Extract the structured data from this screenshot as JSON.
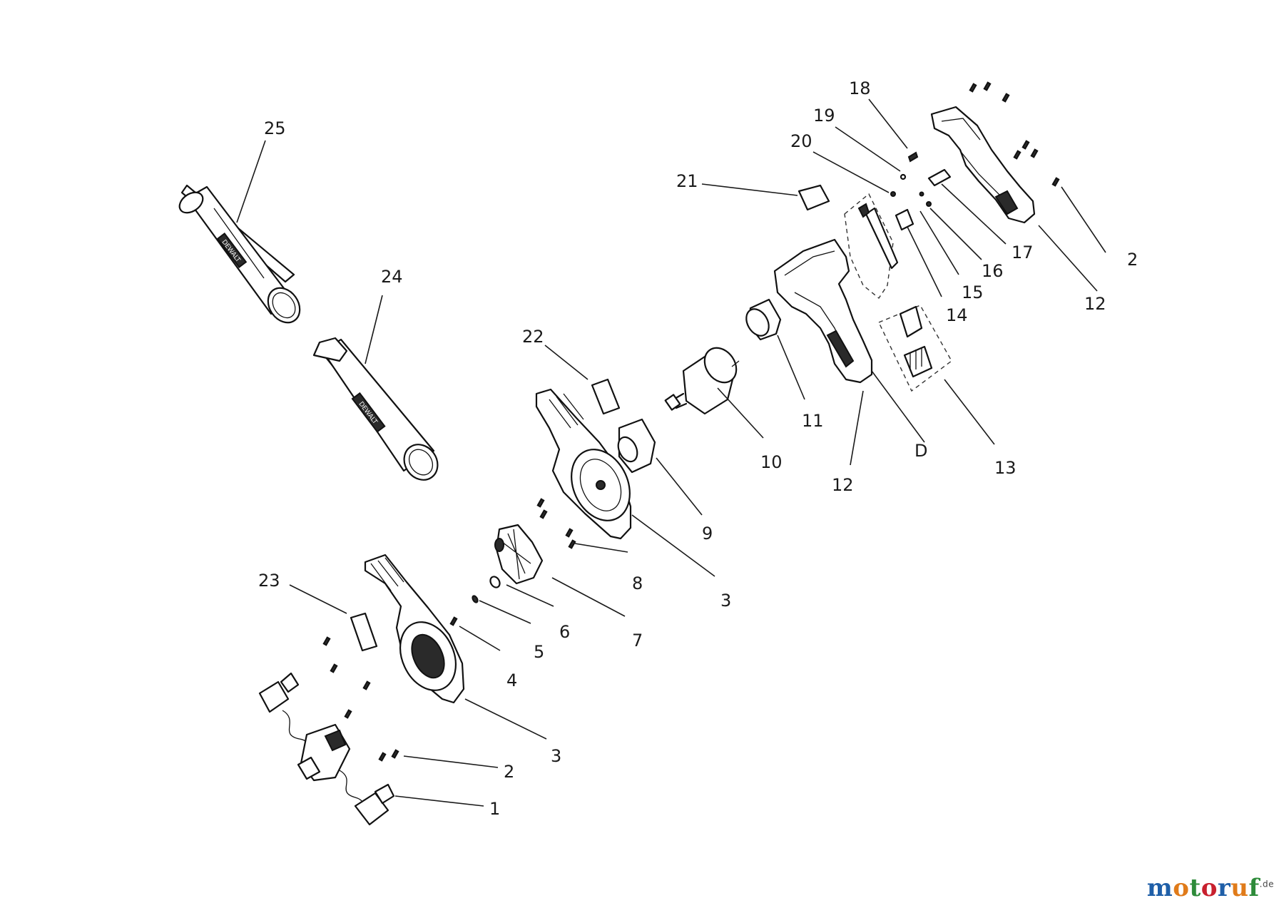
{
  "diagram": {
    "brand_on_tubes": "DEWALT",
    "labels": [
      {
        "id": "lbl-25",
        "text": "25"
      },
      {
        "id": "lbl-24",
        "text": "24"
      },
      {
        "id": "lbl-22",
        "text": "22"
      },
      {
        "id": "lbl-23",
        "text": "23"
      },
      {
        "id": "lbl-21",
        "text": "21"
      },
      {
        "id": "lbl-20",
        "text": "20"
      },
      {
        "id": "lbl-19",
        "text": "19"
      },
      {
        "id": "lbl-18",
        "text": "18"
      },
      {
        "id": "lbl-17",
        "text": "17"
      },
      {
        "id": "lbl-16",
        "text": "16"
      },
      {
        "id": "lbl-15",
        "text": "15"
      },
      {
        "id": "lbl-14",
        "text": "14"
      },
      {
        "id": "lbl-13",
        "text": "13"
      },
      {
        "id": "lbl-12a",
        "text": "12"
      },
      {
        "id": "lbl-12b",
        "text": "12"
      },
      {
        "id": "lbl-11",
        "text": "11"
      },
      {
        "id": "lbl-10",
        "text": "10"
      },
      {
        "id": "lbl-9",
        "text": "9"
      },
      {
        "id": "lbl-8",
        "text": "8"
      },
      {
        "id": "lbl-7",
        "text": "7"
      },
      {
        "id": "lbl-6",
        "text": "6"
      },
      {
        "id": "lbl-5",
        "text": "5"
      },
      {
        "id": "lbl-4",
        "text": "4"
      },
      {
        "id": "lbl-3a",
        "text": "3"
      },
      {
        "id": "lbl-3b",
        "text": "3"
      },
      {
        "id": "lbl-2a",
        "text": "2"
      },
      {
        "id": "lbl-2b",
        "text": "2"
      },
      {
        "id": "lbl-1",
        "text": "1"
      },
      {
        "id": "lbl-D",
        "text": "D"
      }
    ]
  },
  "watermark": {
    "letters": [
      "m",
      "o",
      "t",
      "o",
      "r",
      "u",
      "f"
    ],
    "letter_colors": [
      "#1f5fa8",
      "#e07b1a",
      "#2e8b3a",
      "#c8202e",
      "#1f5fa8",
      "#e07b1a",
      "#2e8b3a"
    ],
    "suffix": ".de"
  }
}
